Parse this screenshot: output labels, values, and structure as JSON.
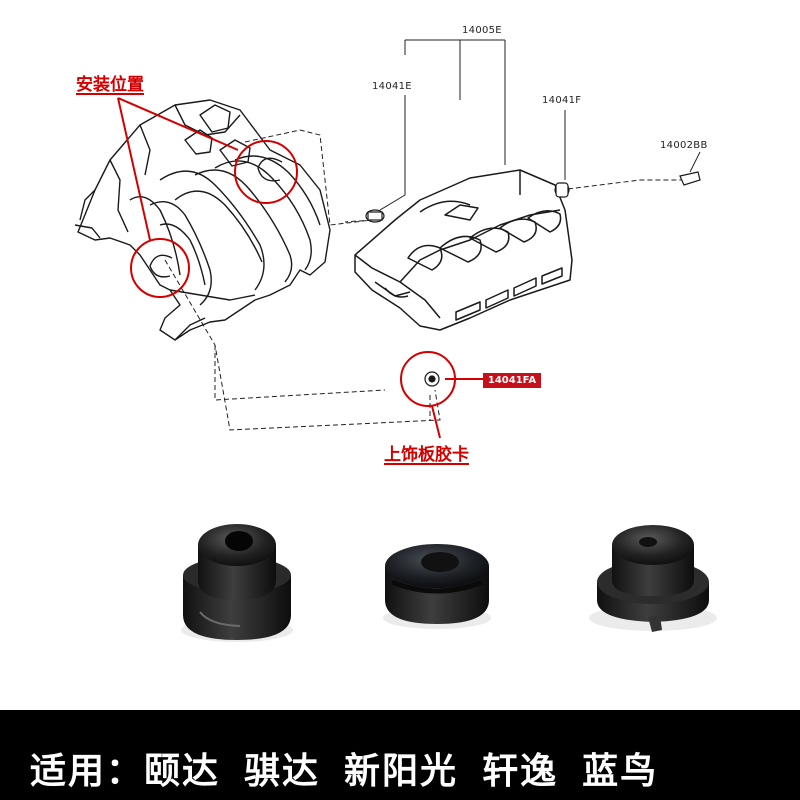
{
  "diagram": {
    "part_numbers": {
      "cover_assembly": "14005E",
      "left_bushing": "14041E",
      "right_bushing": "14041F",
      "bolt": "14002BB",
      "grommet": "14041FA"
    },
    "callouts": {
      "install_position": "安装位置",
      "grommet_name": "上饰板胶卡"
    },
    "colors": {
      "accent_red": "#d40000",
      "tag_red": "#c8101a",
      "footer_bg": "#000000"
    }
  },
  "footer": {
    "prefix": "适用：",
    "models": [
      "颐达",
      "骐达",
      "新阳光",
      "轩逸",
      "蓝鸟"
    ]
  }
}
